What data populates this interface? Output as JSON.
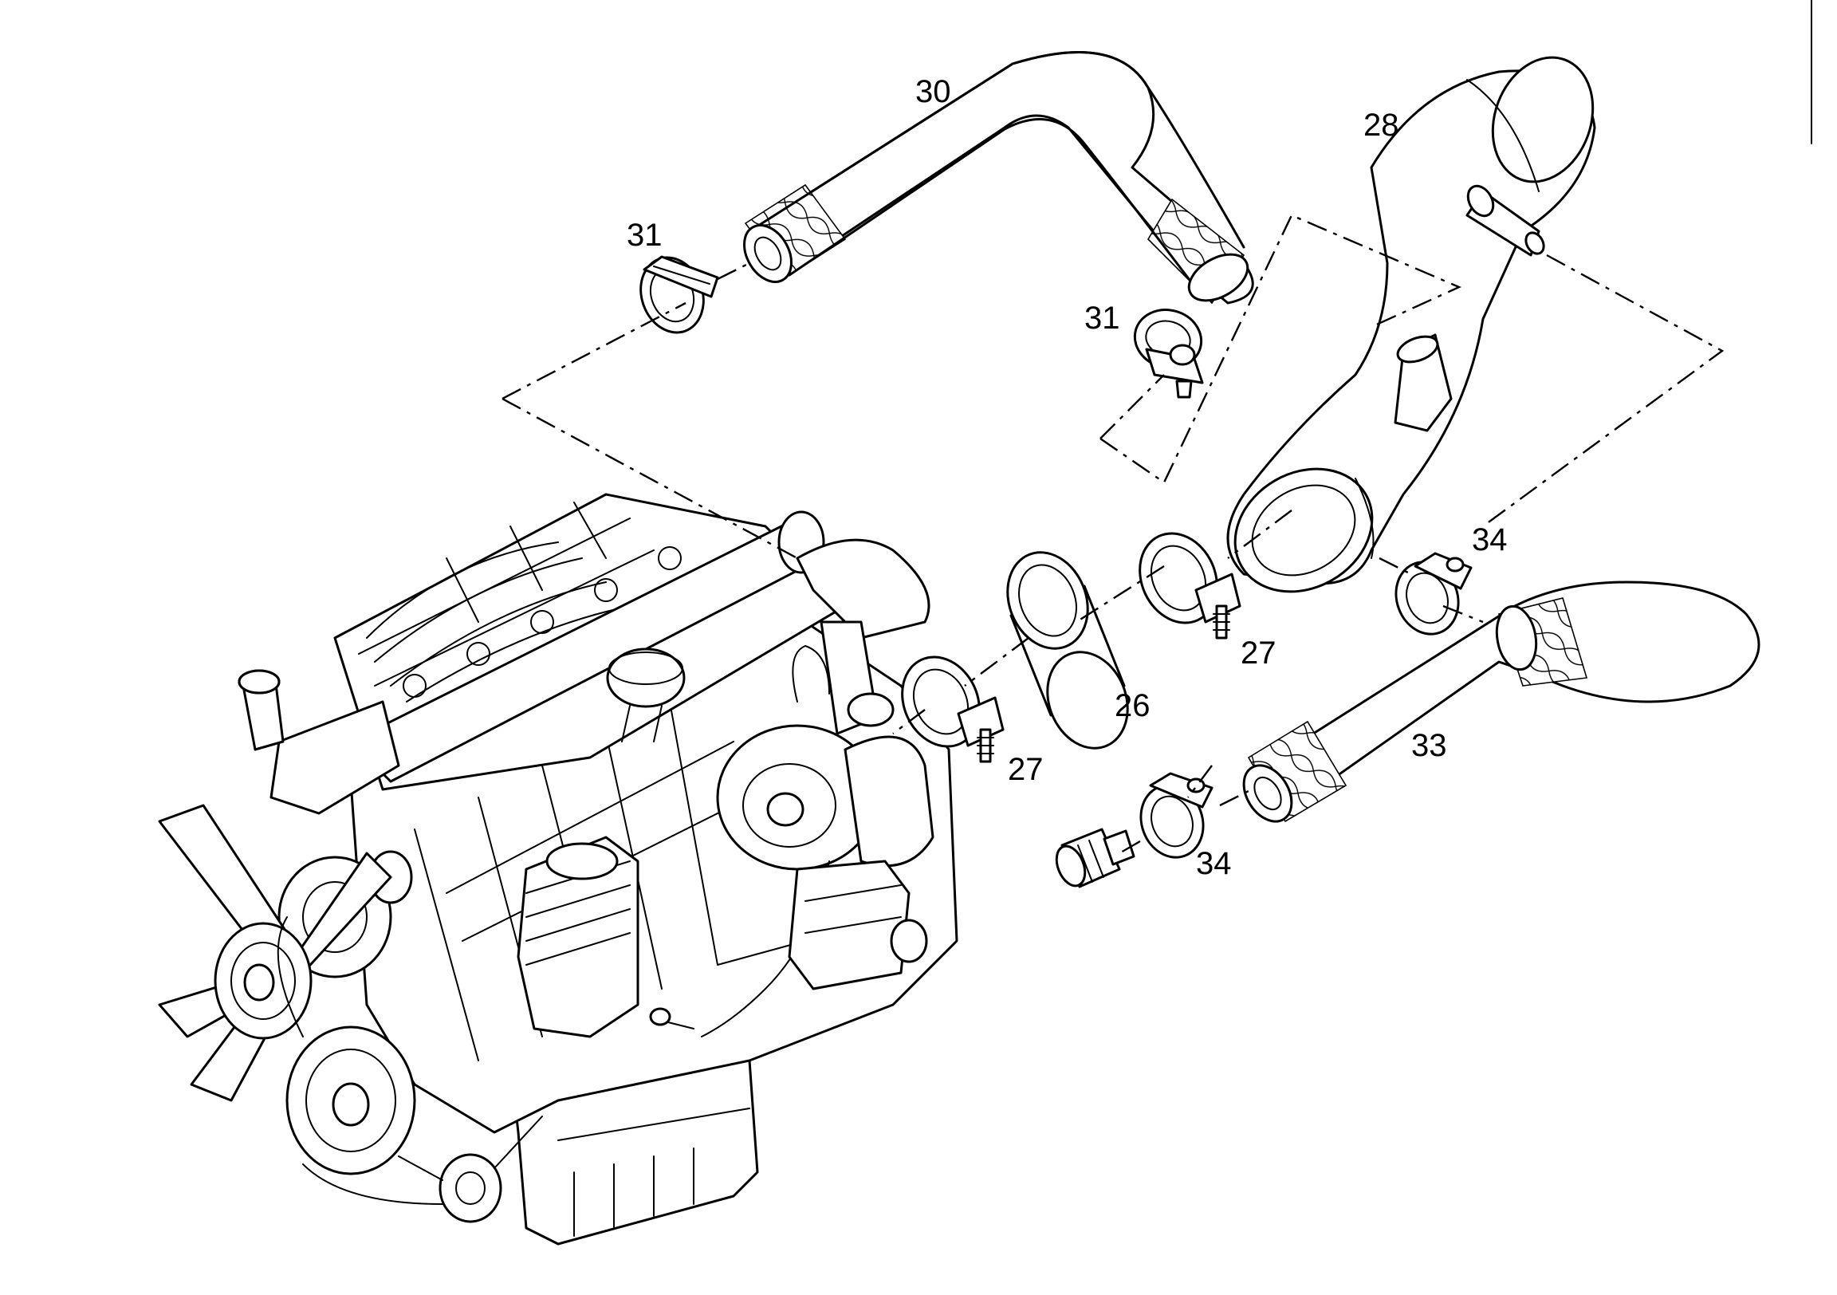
{
  "callouts": {
    "p30": "30",
    "p28": "28",
    "p31a": "31",
    "p31b": "31",
    "p34a": "34",
    "p34b": "34",
    "p27a": "27",
    "p27b": "27",
    "p26": "26",
    "p33": "33"
  }
}
